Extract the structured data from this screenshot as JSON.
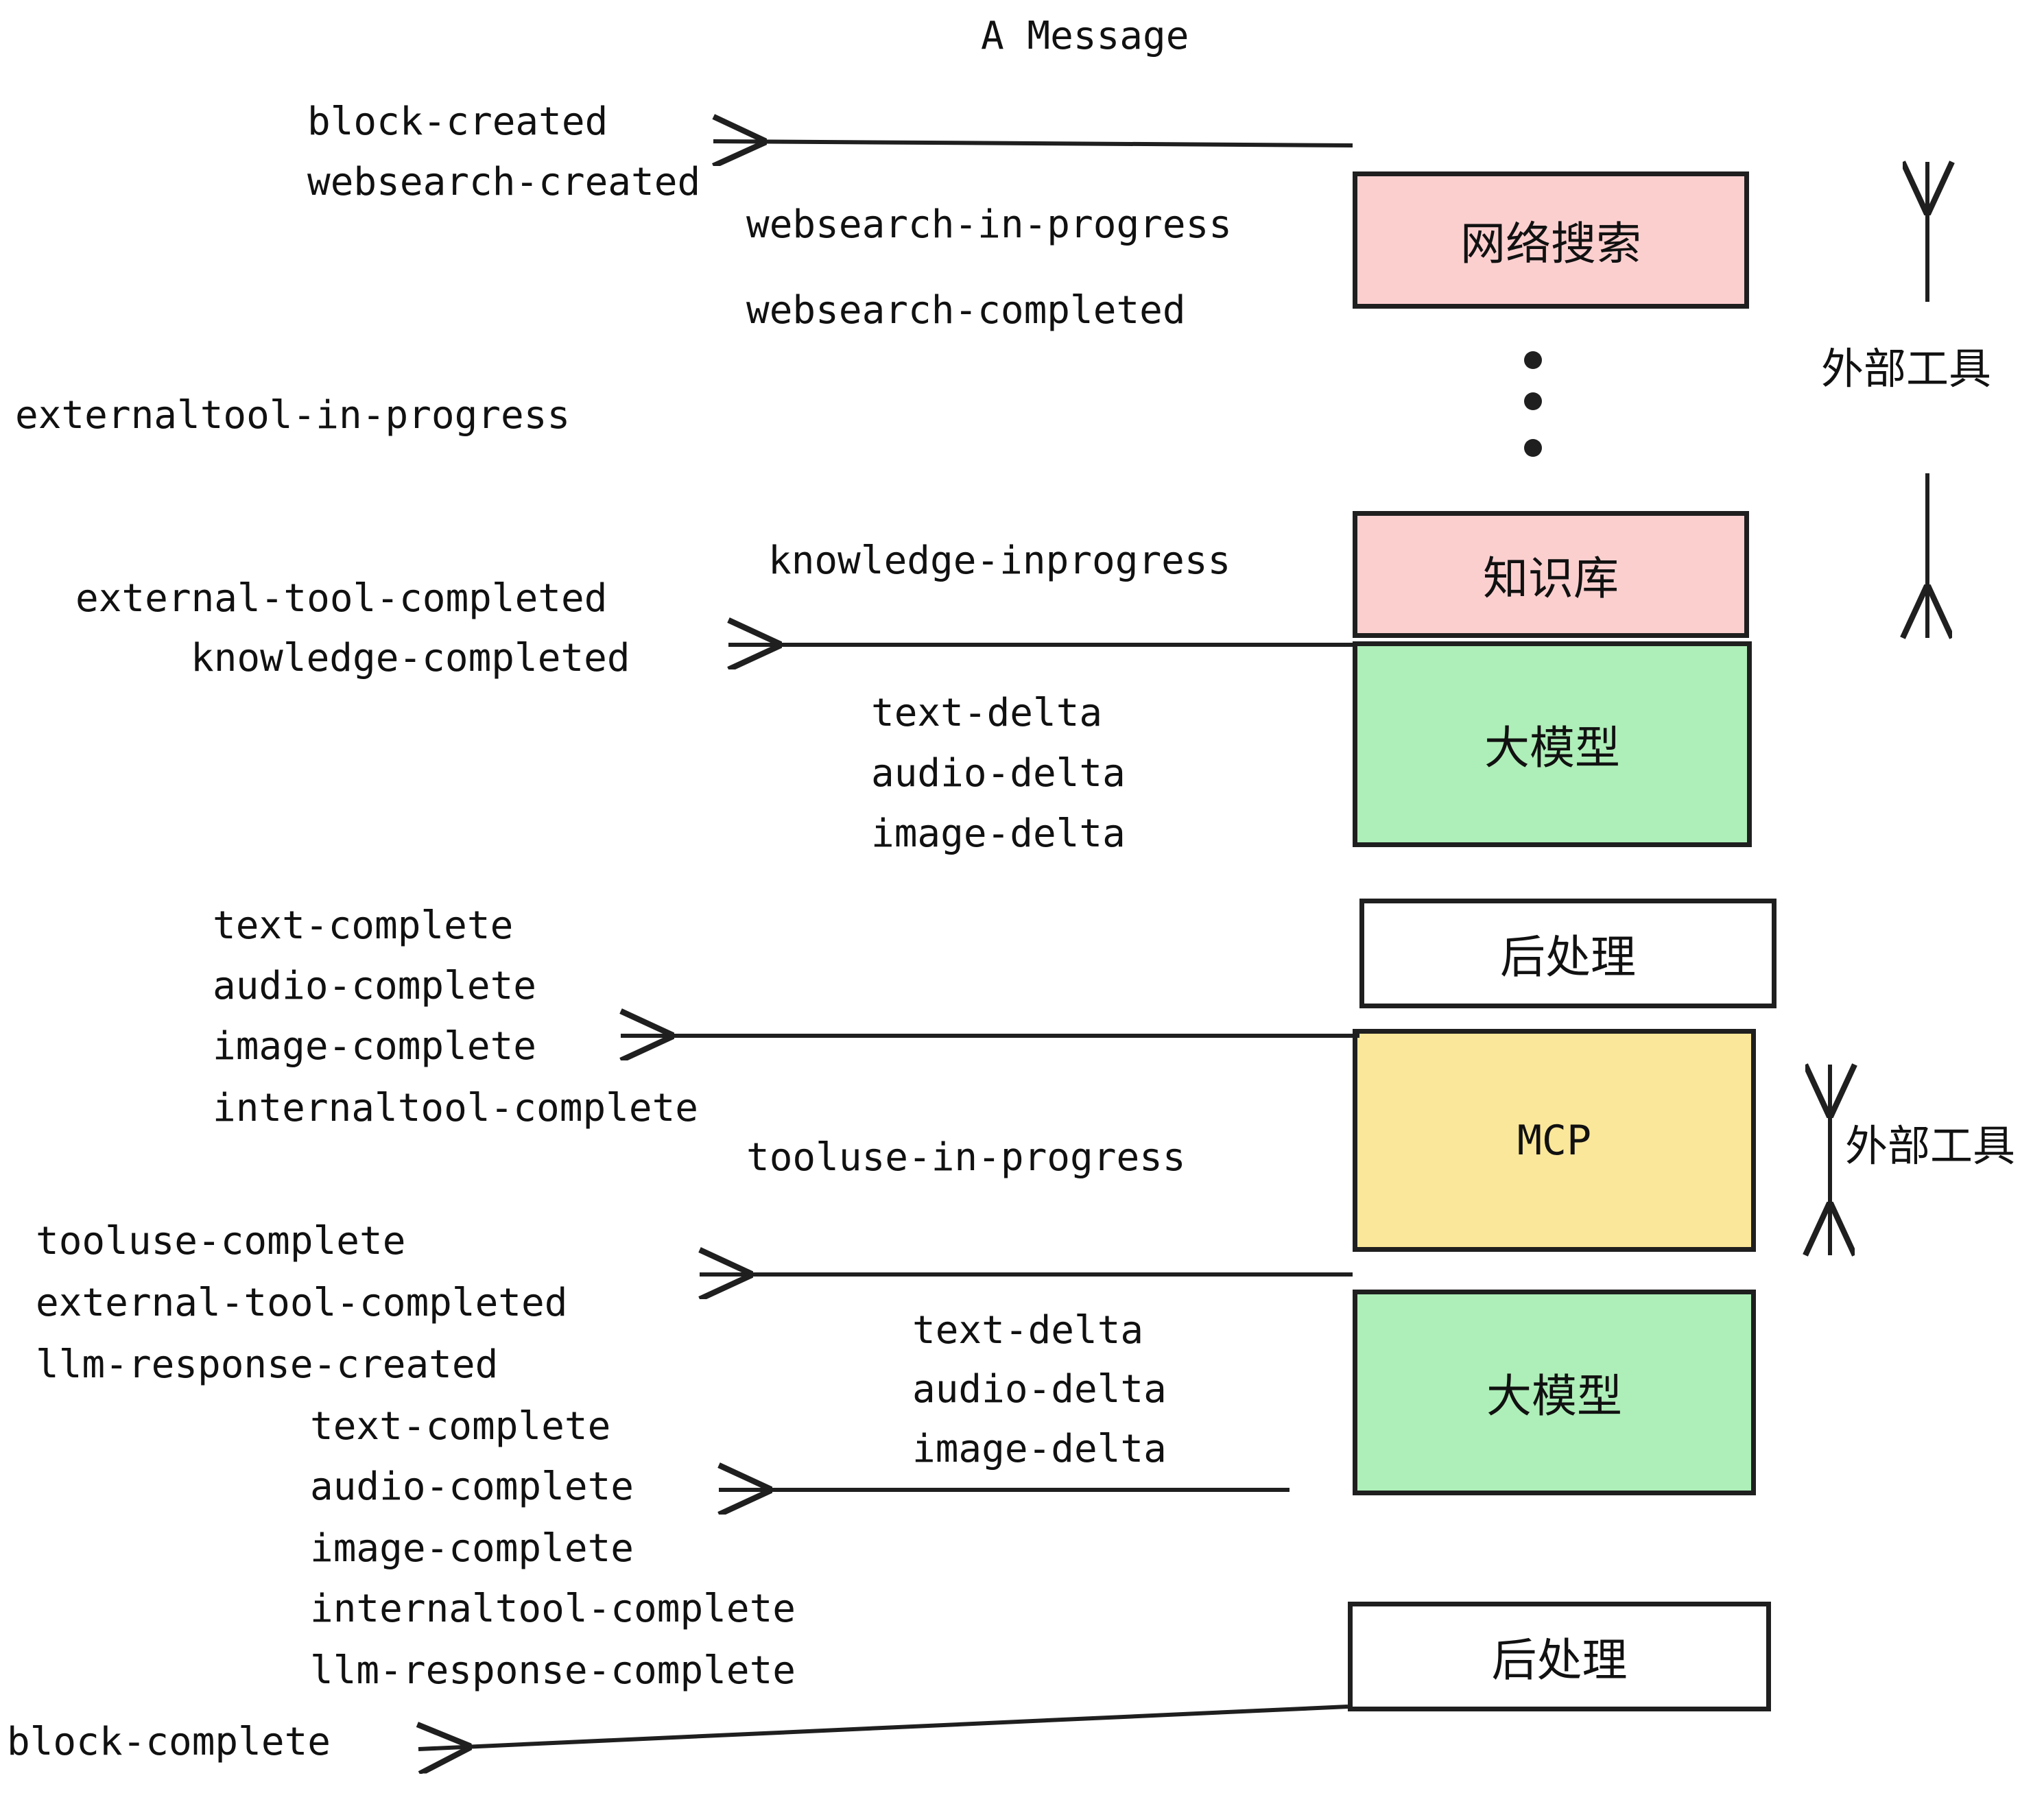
{
  "diagram": {
    "title": "A Message",
    "background": "#ffffff",
    "stroke_color": "#1f1f1f",
    "text_color": "#111111"
  },
  "colors": {
    "pink": "#fccfcf",
    "green": "#aeeeb8",
    "yellow": "#fbe79a",
    "white": "#ffffff",
    "border": "#1f1f1f"
  },
  "boxes": [
    {
      "id": "websearch",
      "label": "网络搜索",
      "fill": "#fccfcf"
    },
    {
      "id": "knowledge",
      "label": "知识库",
      "fill": "#fccfcf"
    },
    {
      "id": "llm-top",
      "label": "大模型",
      "fill": "#aeeeb8"
    },
    {
      "id": "post-top",
      "label": "后处理",
      "fill": "#ffffff"
    },
    {
      "id": "mcp",
      "label": "MCP",
      "fill": "#fbe79a"
    },
    {
      "id": "llm-bottom",
      "label": "大模型",
      "fill": "#aeeeb8"
    },
    {
      "id": "post-bottom",
      "label": "后处理",
      "fill": "#ffffff"
    }
  ],
  "side_labels": [
    {
      "id": "external-tools-top",
      "label": "外部工具"
    },
    {
      "id": "external-tools-bottom",
      "label": "外部工具"
    }
  ],
  "events": {
    "block_created": "block-created",
    "websearch_created": "websearch-created",
    "websearch_in_progress": "websearch-in-progress",
    "websearch_completed": "websearch-completed",
    "externaltool_in_progress": "externaltool-in-progress",
    "knowledge_inprogress": "knowledge-inprogress",
    "external_tool_completed_1": "external-tool-completed",
    "knowledge_completed": "knowledge-completed",
    "text_delta_1": "text-delta",
    "audio_delta_1": "audio-delta",
    "image_delta_1": "image-delta",
    "text_complete_1": "text-complete",
    "audio_complete_1": "audio-complete",
    "image_complete_1": "image-complete",
    "internaltool_complete_1": "internaltool-complete",
    "tooluse_in_progress": "tooluse-in-progress",
    "tooluse_complete": "tooluse-complete",
    "external_tool_completed_2": "external-tool-completed",
    "llm_response_created": "llm-response-created",
    "text_delta_2": "text-delta",
    "audio_delta_2": "audio-delta",
    "image_delta_2": "image-delta",
    "text_complete_2": "text-complete",
    "audio_complete_2": "audio-complete",
    "image_complete_2": "image-complete",
    "internaltool_complete_2": "internaltool-complete",
    "llm_response_complete": "llm-response-complete",
    "block_complete": "block-complete"
  }
}
